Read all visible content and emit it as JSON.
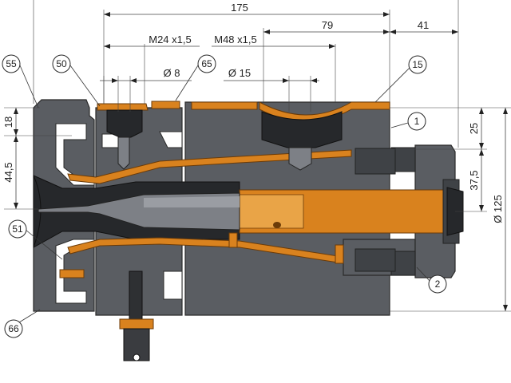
{
  "dimensions": {
    "overall_length": "175",
    "right_length": "79",
    "right_offset": "41",
    "thread_small": "M24 x1,5",
    "thread_large": "M48 x1,5",
    "bore_small": "Ø 8",
    "bore_large": "Ø 15",
    "left_height_top": "18",
    "left_height_mid": "44,5",
    "right_height_top": "25",
    "right_height_mid": "37,5",
    "outer_diameter": "Ø 125"
  },
  "callouts": [
    {
      "id": "55",
      "label": "55"
    },
    {
      "id": "50",
      "label": "50"
    },
    {
      "id": "65",
      "label": "65"
    },
    {
      "id": "15",
      "label": "15"
    },
    {
      "id": "1",
      "label": "1"
    },
    {
      "id": "51",
      "label": "51"
    },
    {
      "id": "2",
      "label": "2"
    },
    {
      "id": "66",
      "label": "66"
    }
  ],
  "colors": {
    "body": "#5a5d62",
    "copper": "#d9821e",
    "bore": "#26282b"
  }
}
